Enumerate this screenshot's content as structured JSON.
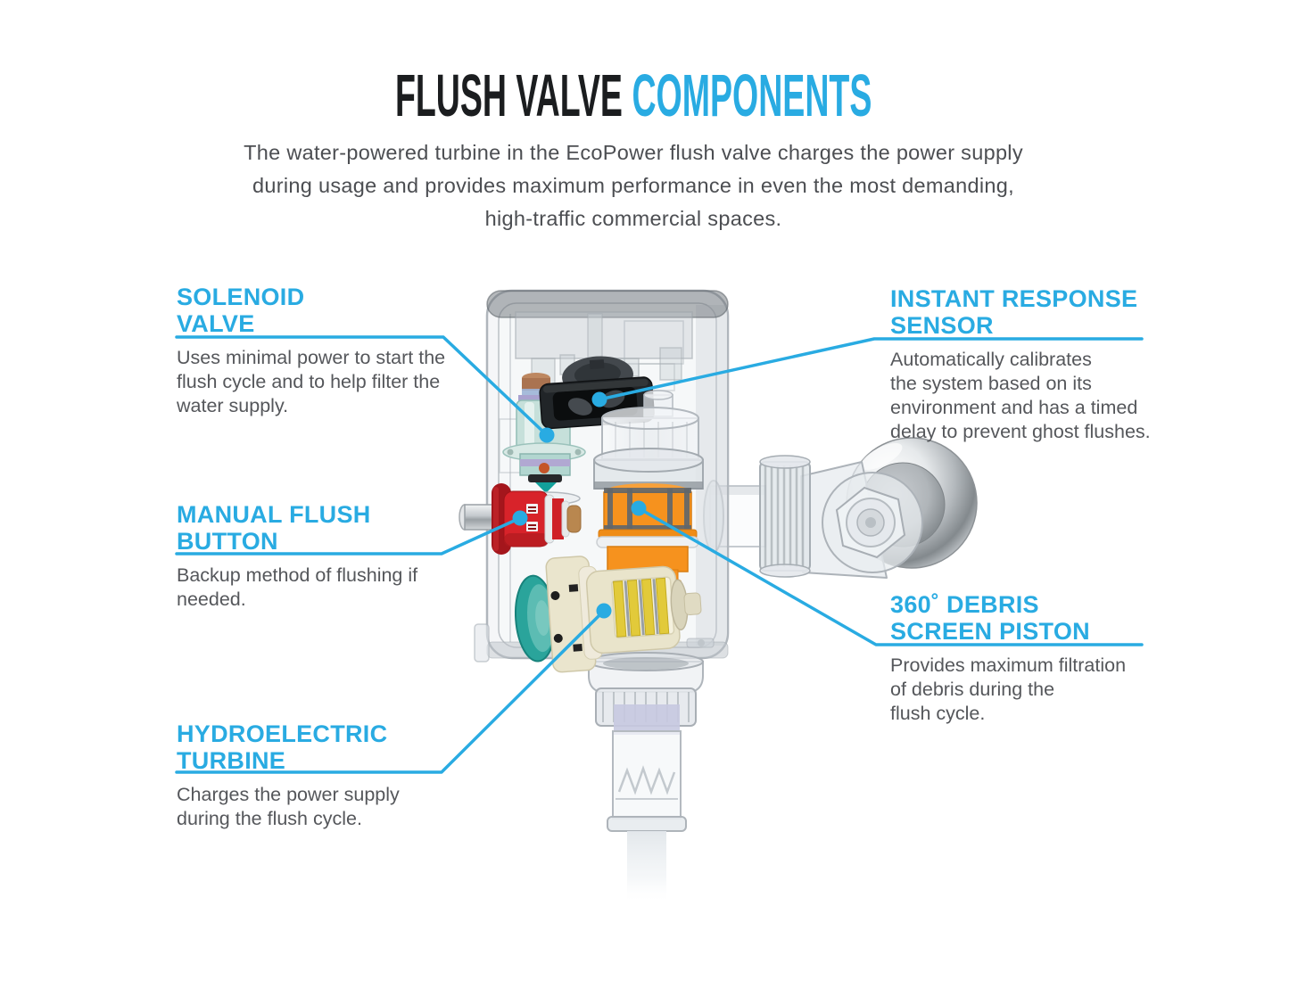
{
  "header": {
    "title_primary": "FLUSH VALVE",
    "title_accent": "COMPONENTS",
    "subtitle": "The water-powered turbine in the EcoPower flush valve charges the power supply\nduring usage and provides maximum performance in even the most demanding,\nhigh-traffic commercial spaces."
  },
  "callouts": [
    {
      "id": "solenoid-valve",
      "title": "SOLENOID\nVALVE",
      "description": "Uses minimal power to start the\nflush cycle and to help filter the\nwater supply."
    },
    {
      "id": "instant-response-sensor",
      "title": "INSTANT RESPONSE\nSENSOR",
      "description": "Automatically calibrates\nthe system based on its\nenvironment and has a timed\ndelay to prevent ghost flushes."
    },
    {
      "id": "manual-flush-button",
      "title": "MANUAL FLUSH\nBUTTON",
      "description": "Backup method of flushing if\nneeded."
    },
    {
      "id": "debris-screen-piston",
      "title": "360˚ DEBRIS\nSCREEN PISTON",
      "description": "Provides maximum filtration\nof debris during the\nflush cycle."
    },
    {
      "id": "hydroelectric-turbine",
      "title": "HYDROELECTRIC\nTURBINE",
      "description": "Charges the power supply\nduring the flush cycle."
    }
  ],
  "colors": {
    "accent_cyan": "#29abe2",
    "title_black": "#1b1d1f",
    "body_text": "#55575b",
    "button_red": "#d8232a",
    "piston_orange": "#f6921e",
    "solenoid_teal": "#c6e0da",
    "turbine_cream": "#e9e4cb",
    "turbine_yellow": "#e2ca3a",
    "turbine_teal": "#2aa49b",
    "sensor_black": "#212528"
  },
  "illustration": {
    "parts": [
      "valve-housing",
      "solenoid-valve",
      "instant-response-sensor",
      "manual-flush-button",
      "debris-screen-piston",
      "hydroelectric-turbine",
      "supply-inlet",
      "chrome-escutcheon",
      "outlet-pipe"
    ]
  }
}
